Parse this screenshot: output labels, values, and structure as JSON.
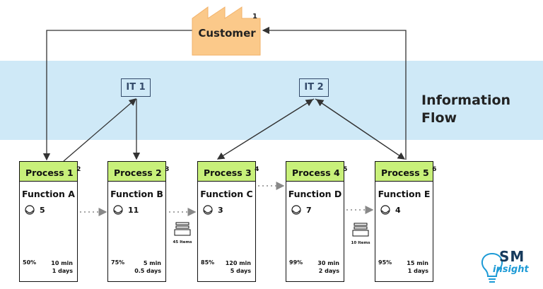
{
  "customer": {
    "label": "Customer",
    "sup": "1"
  },
  "information_flow": {
    "line1": "Information",
    "line2": "Flow"
  },
  "it_systems": [
    {
      "label": "IT 1"
    },
    {
      "label": "IT 2"
    }
  ],
  "processes": [
    {
      "name": "Process 1",
      "sup": "2",
      "function": "Function A",
      "operators": "5",
      "pct": "50%",
      "time1": "10 min",
      "time2": "1 days"
    },
    {
      "name": "Process 2",
      "sup": "3",
      "function": "Function B",
      "operators": "11",
      "pct": "75%",
      "time1": "5 min",
      "time2": "0.5 days"
    },
    {
      "name": "Process 3",
      "sup": "4",
      "function": "Function C",
      "operators": "3",
      "pct": "85%",
      "time1": "120 min",
      "time2": "5 days"
    },
    {
      "name": "Process 4",
      "sup": "5",
      "function": "Function D",
      "operators": "7",
      "pct": "99%",
      "time1": "30 min",
      "time2": "2 days"
    },
    {
      "name": "Process 5",
      "sup": "6",
      "function": "Function E",
      "operators": "4",
      "pct": "95%",
      "time1": "15 min",
      "time2": "1 days"
    }
  ],
  "inventories": [
    {
      "label": "45 Items"
    },
    {
      "label": "10 Items"
    }
  ],
  "logo": {
    "top": "SM",
    "bottom": "insight"
  },
  "colors": {
    "band": "#cfe9f7",
    "process_header": "#c8f07a",
    "factory": "#fbc98a",
    "logo_dark": "#163a5c",
    "logo_blue": "#1c9ad6"
  }
}
